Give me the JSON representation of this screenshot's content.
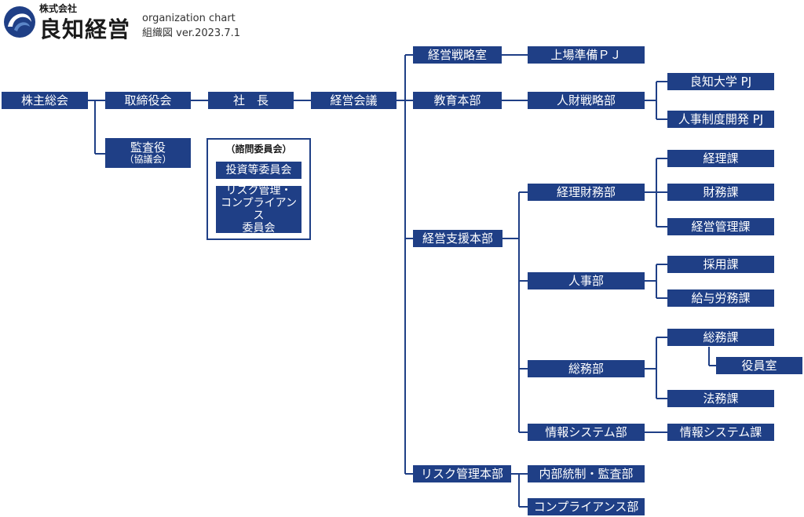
{
  "header": {
    "company_prefix": "株式会社",
    "company_name": "良知経営",
    "chart_label": "organization chart",
    "chart_version": "組織図 ver.2023.7.1"
  },
  "colors": {
    "box": "#1f3f86",
    "line": "#1f3f86",
    "text": "#ffffff"
  },
  "units": {
    "shareholders": "株主総会",
    "board": "取締役会",
    "auditor": "監査役",
    "auditor_sub": "（協議会）",
    "president": "社　長",
    "management_meeting": "経営会議",
    "strategy_office": "経営戦略室",
    "jobu_pj": "上場準備ＰＪ",
    "education": "教育本部",
    "hr_strategy": "人財戦略部",
    "ryochi_univ_pj": "良知大学 PJ",
    "hr_system_pj": "人事制度開発 PJ",
    "support": "経営支援本部",
    "finance_dept": "経理財務部",
    "accounting_sec": "経理課",
    "finance_sec": "財務課",
    "mgmt_acct_sec": "経営管理課",
    "hr_dept": "人事部",
    "recruit_sec": "採用課",
    "payroll_sec": "給与労務課",
    "general_dept": "総務部",
    "general_sec": "総務課",
    "officer_room": "役員室",
    "legal_sec": "法務課",
    "is_dept": "情報システム部",
    "is_sec": "情報システム課",
    "risk_hq": "リスク管理本部",
    "internal_audit": "内部統制・監査部",
    "compliance_dept": "コンプライアンス部"
  },
  "committee": {
    "title": "（諮問委員会）",
    "investment": "投資等委員会",
    "risk_line1": "リスク管理・",
    "risk_line2": "コンプライアンス",
    "risk_line3": "委員会"
  }
}
